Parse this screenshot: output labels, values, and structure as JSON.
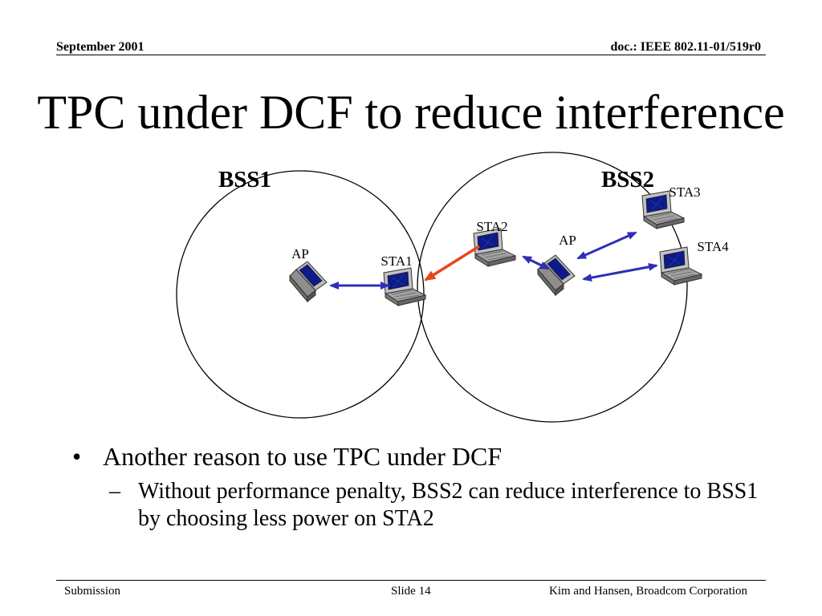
{
  "header": {
    "date": "September 2001",
    "doc_id": "doc.: IEEE 802.11-01/519r0"
  },
  "title": "TPC under DCF to reduce interference",
  "diagram": {
    "bss_labels": [
      "BSS1",
      "BSS2"
    ],
    "node_labels": {
      "ap1": "AP",
      "sta1": "STA1",
      "sta2": "STA2",
      "ap2": "AP",
      "sta3": "STA3",
      "sta4": "STA4"
    },
    "colors": {
      "link": "#2e2eb8",
      "interference": "#e8461e",
      "screen": "#0c1a8c"
    }
  },
  "bullets": {
    "main": "Another reason to use TPC under DCF",
    "sub": "Without performance penalty, BSS2 can reduce interference to BSS1 by choosing less power on STA2",
    "marker_main": "•",
    "marker_sub": "–"
  },
  "footer": {
    "left": "Submission",
    "center": "Slide 14",
    "right": "Kim and Hansen, Broadcom Corporation"
  }
}
